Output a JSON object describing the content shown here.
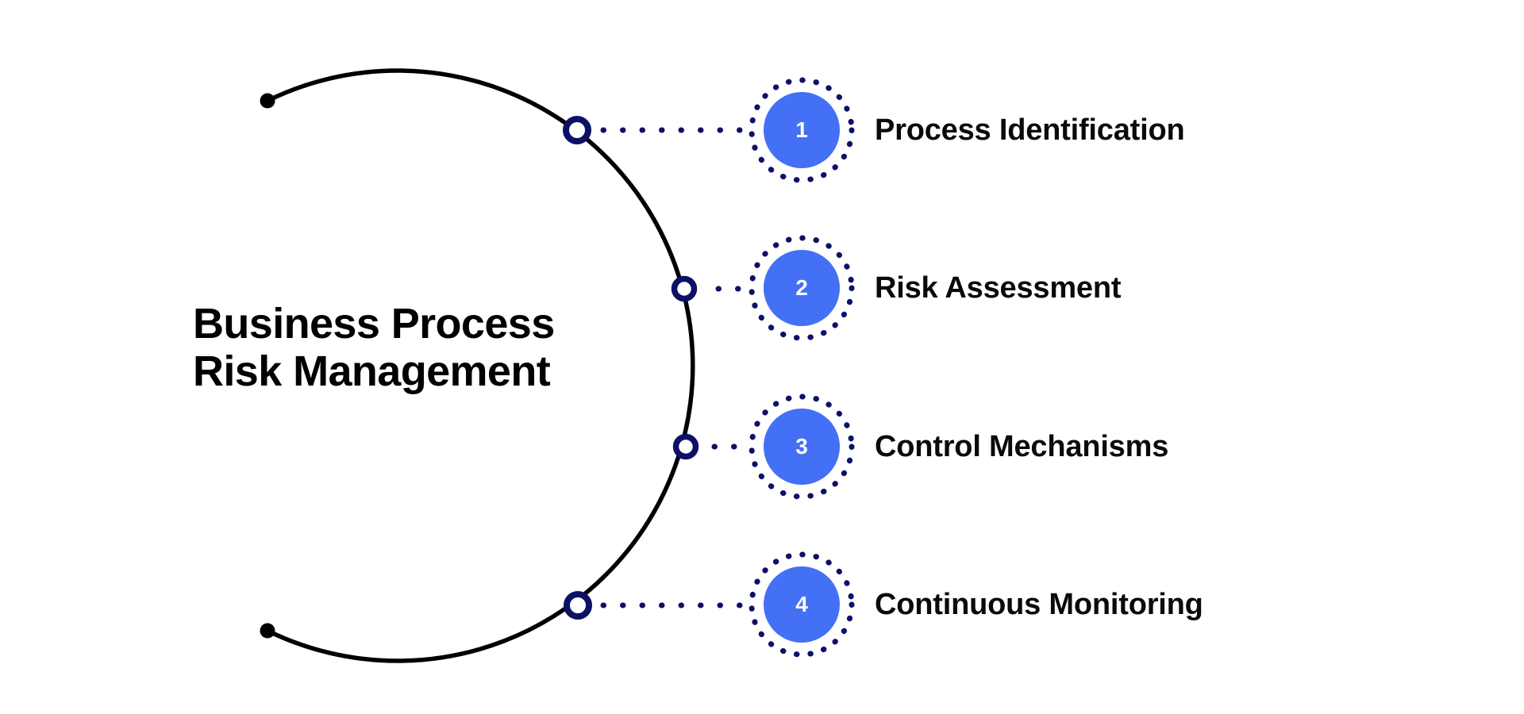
{
  "diagram": {
    "type": "circular-process-arc",
    "title_line_1": "Business Process",
    "title_line_2": "Risk Management",
    "title_full": "Business Process\nRisk Management",
    "colors": {
      "badge_fill": "#4470f5",
      "badge_number": "#ffffff",
      "dotted_ring": "#0d1066",
      "connector_dots": "#0d1066",
      "node_ring_stroke": "#0d1066",
      "arc_stroke": "#000000",
      "arc_endpoint_dot": "#000000",
      "title_text": "#010101",
      "label_text": "#0a0a0a",
      "background": "#ffffff"
    },
    "arc": {
      "shape": "open-circle-c",
      "endpoint_marker": "solid-dot",
      "endpoints": 2,
      "node_markers": 4,
      "node_marker_style": "hollow-ring"
    },
    "steps": [
      {
        "number": "1",
        "label": "Process Identification"
      },
      {
        "number": "2",
        "label": "Risk Assessment"
      },
      {
        "number": "3",
        "label": "Control Mechanisms"
      },
      {
        "number": "4",
        "label": "Continuous Monitoring"
      }
    ]
  }
}
